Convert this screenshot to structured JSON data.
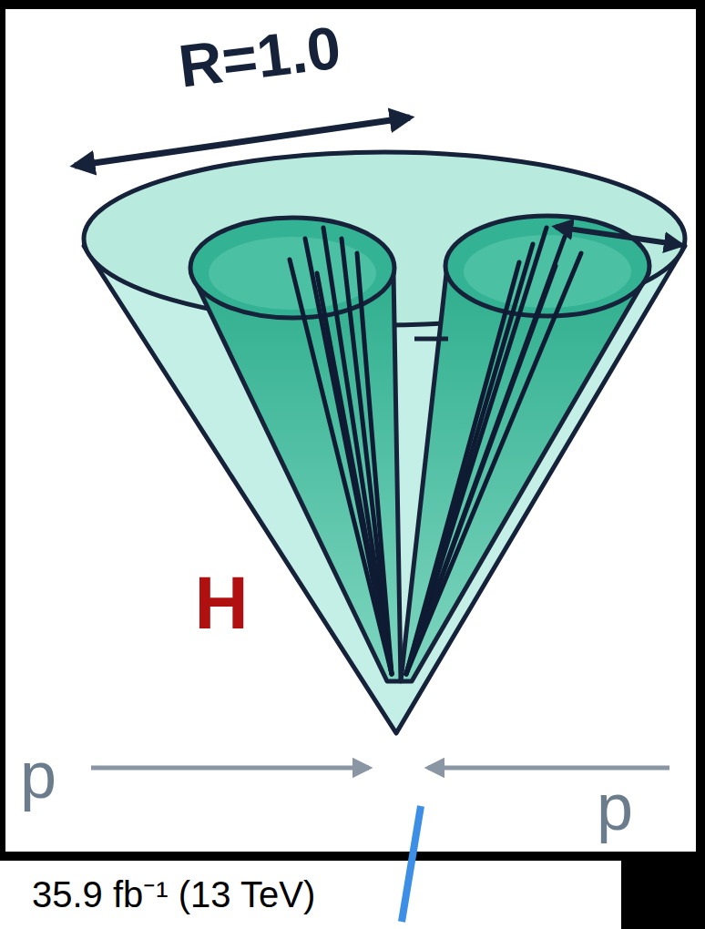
{
  "diagram": {
    "labels": [
      "R=1.0",
      "H",
      "p",
      "p",
      "35.9 fb⁻¹ (13 TeV)"
    ]
  }
}
